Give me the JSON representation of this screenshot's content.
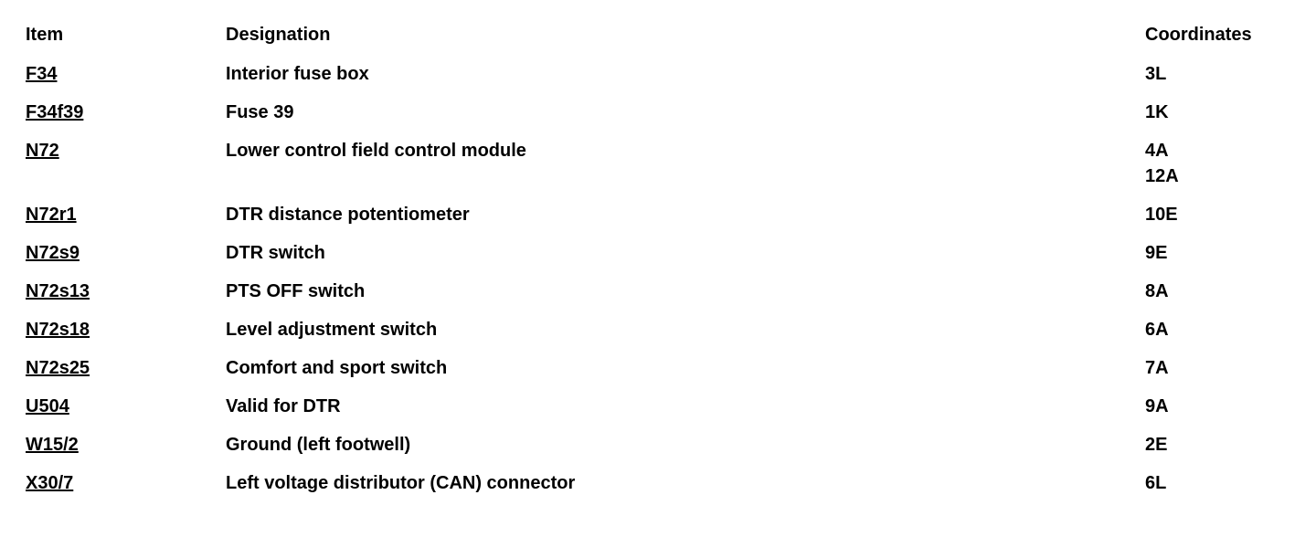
{
  "colors": {
    "background": "#ffffff",
    "text": "#000000"
  },
  "table": {
    "headers": {
      "item": "Item",
      "designation": "Designation",
      "coordinates": "Coordinates"
    },
    "rows": [
      {
        "item": "F34",
        "designation": "Interior fuse box",
        "coordinates": [
          "3L"
        ]
      },
      {
        "item": "F34f39",
        "designation": "Fuse 39",
        "coordinates": [
          "1K"
        ]
      },
      {
        "item": "N72",
        "designation": "Lower control field control module",
        "coordinates": [
          "4A",
          "12A"
        ]
      },
      {
        "item": "N72r1",
        "designation": "DTR distance potentiometer",
        "coordinates": [
          "10E"
        ]
      },
      {
        "item": "N72s9",
        "designation": "DTR switch",
        "coordinates": [
          "9E"
        ]
      },
      {
        "item": "N72s13",
        "designation": "PTS OFF switch",
        "coordinates": [
          "8A"
        ]
      },
      {
        "item": "N72s18",
        "designation": "Level adjustment switch",
        "coordinates": [
          "6A"
        ]
      },
      {
        "item": "N72s25",
        "designation": "Comfort and sport switch",
        "coordinates": [
          "7A"
        ]
      },
      {
        "item": "U504",
        "designation": "Valid for DTR",
        "coordinates": [
          "9A"
        ]
      },
      {
        "item": "W15/2",
        "designation": "Ground (left footwell)",
        "coordinates": [
          "2E"
        ]
      },
      {
        "item": "X30/7",
        "designation": "Left voltage distributor (CAN) connector",
        "coordinates": [
          "6L"
        ]
      }
    ]
  }
}
